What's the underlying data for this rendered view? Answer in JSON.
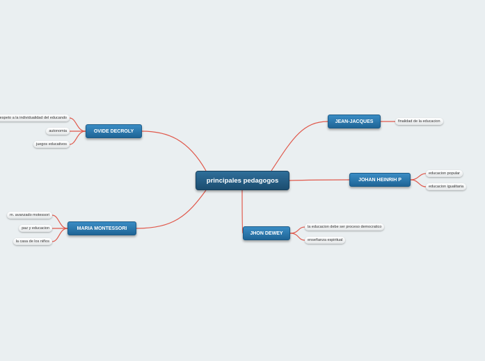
{
  "mindmap": {
    "central": "principales pedagogos",
    "branches": [
      {
        "label": "OVIDE DECROLY",
        "topics": [
          "respeto a la individualidad del educando",
          "autonomia",
          "juegos educativos"
        ]
      },
      {
        "label": "MARIA MONTESSORI",
        "topics": [
          "m. avanzado motessori",
          "paz y educacion",
          "la casa de los niños"
        ]
      },
      {
        "label": "JEAN-JACQUES",
        "topics": [
          "finalidad de la educacion"
        ]
      },
      {
        "label": "JOHAN HEINRIH P",
        "topics": [
          "educacion popular",
          "educacion igualitaria"
        ]
      },
      {
        "label": "JHON DEWEY",
        "topics": [
          "la educacion debe ser proceso democratico",
          "enseñanza espiritual"
        ]
      }
    ]
  },
  "colors": {
    "background": "#eaeff1",
    "main_link": "#e0584b",
    "sub_link": "#e0584b"
  }
}
